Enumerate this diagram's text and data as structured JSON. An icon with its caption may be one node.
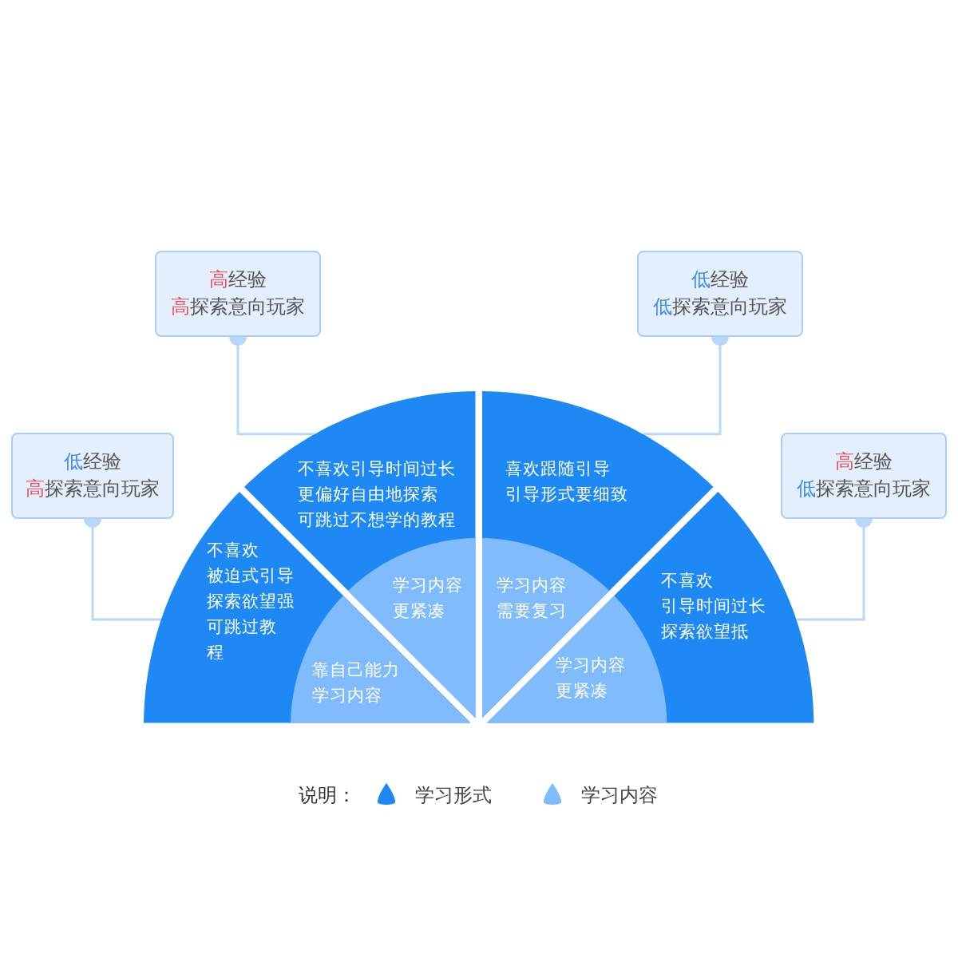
{
  "diagram": {
    "nodes": [
      {
        "text": [
          "高经验",
          "高探索意向玩家"
        ]
      },
      {
        "text": [
          "低经验",
          "低探索意向玩家"
        ]
      },
      {
        "text": [
          "低经验",
          "高探索意向玩家"
        ]
      },
      {
        "text": [
          "高经验",
          "低探索意向玩家"
        ]
      },
      {
        "text": [
          "不喜欢被迫式引导探索欲望强可跳过教程"
        ]
      },
      {
        "text": [
          "靠自己能力学习内容"
        ],
        "in": 4
      },
      {
        "text": [
          "不喜欢引导时间过长更偏好自由地探索可跳过不想学的教程"
        ]
      },
      {
        "text": [
          "学习内容更紧凑"
        ],
        "in": 6
      },
      {
        "text": [
          "喜欢跟随引导引导形式要细致"
        ]
      },
      {
        "text": [
          "学习内容需要复习"
        ],
        "in": 8
      },
      {
        "text": [
          "不喜欢引导时间过长探索欲望抵"
        ]
      },
      {
        "text": [
          "学习内容更紧凑"
        ],
        "in": 10
      }
    ],
    "edges": [
      {
        "from": 0,
        "to": 6,
        "arrow": "other"
      },
      {
        "from": 1,
        "to": 8,
        "arrow": "other"
      },
      {
        "from": 2,
        "to": 4,
        "arrow": "other"
      },
      {
        "from": 3,
        "to": 10,
        "arrow": "other"
      }
    ],
    "labels": [
      "说明："
    ],
    "legend": [
      {
        "text": "学习形式",
        "color": "#1e88f5"
      },
      {
        "text": "学习内容",
        "color": "#80bcfb"
      }
    ]
  }
}
